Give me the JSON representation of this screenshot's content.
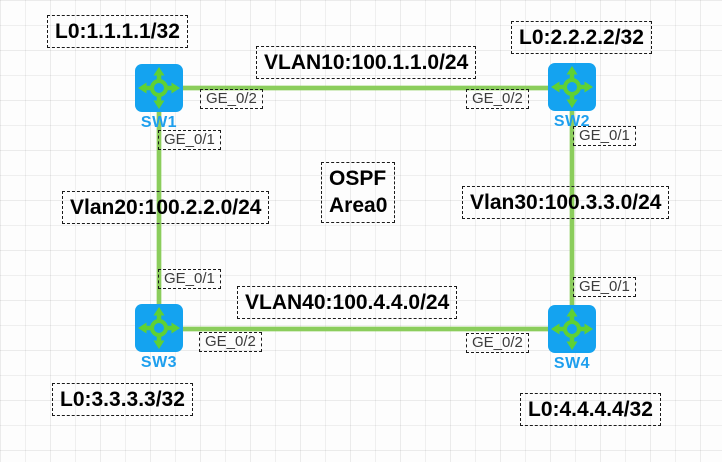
{
  "center": {
    "line1": "OSPF",
    "line2": "Area0"
  },
  "nodes": {
    "sw1": {
      "name": "SW1",
      "loopback": "L0:1.1.1.1/32"
    },
    "sw2": {
      "name": "SW2",
      "loopback": "L0:2.2.2.2/32"
    },
    "sw3": {
      "name": "SW3",
      "loopback": "L0:3.3.3.3/32"
    },
    "sw4": {
      "name": "SW4",
      "loopback": "L0:4.4.4.4/32"
    }
  },
  "links": {
    "sw1_sw2": {
      "label": "VLAN10:100.1.1.0/24",
      "if_sw1": "GE_0/2",
      "if_sw2": "GE_0/2"
    },
    "sw1_sw3": {
      "label": "Vlan20:100.2.2.0/24",
      "if_sw1": "GE_0/1",
      "if_sw3": "GE_0/1"
    },
    "sw2_sw4": {
      "label": "Vlan30:100.3.3.0/24",
      "if_sw2": "GE_0/1",
      "if_sw4": "GE_0/1"
    },
    "sw3_sw4": {
      "label": "VLAN40:100.4.4.0/24",
      "if_sw3": "GE_0/2",
      "if_sw4": "GE_0/2"
    }
  },
  "colors": {
    "node_fill": "#14a3f0",
    "node_glyph": "#5fd133",
    "link_green": "#8bcd5c",
    "node_name_text": "#1e9fee",
    "annotation_text": "#000000",
    "interface_text": "#3c3c3c"
  }
}
